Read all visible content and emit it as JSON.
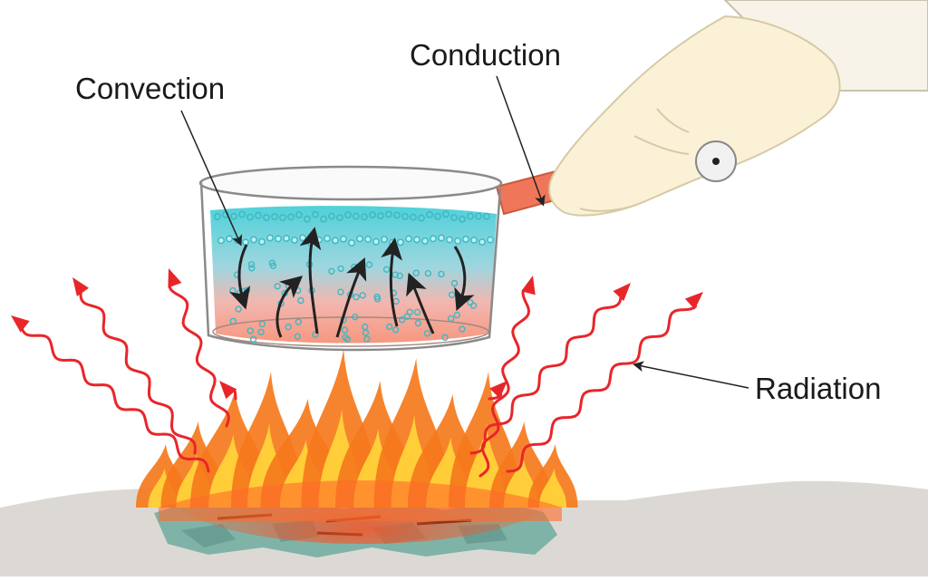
{
  "labels": {
    "conduction": "Conduction",
    "convection": "Convection",
    "radiation": "Radiation"
  },
  "colors": {
    "radiation_wave": "#e8262a",
    "water_top": "#4fd1d9",
    "water_bottom": "#f5a08a",
    "pan_handle": "#f0765a",
    "flame_outer": "#f57a1c",
    "flame_inner": "#ffd23a",
    "coals": "#7fb3a8",
    "ground": "#d9d6d2",
    "hand": "#fbf1d6",
    "bubble": "#3fb8c2",
    "arrow": "#222222"
  },
  "icons": {
    "hand": "hand-holding-handle",
    "pan": "saucepan",
    "fire": "campfire-flames",
    "waves": "wavy-radiation-arrows"
  }
}
